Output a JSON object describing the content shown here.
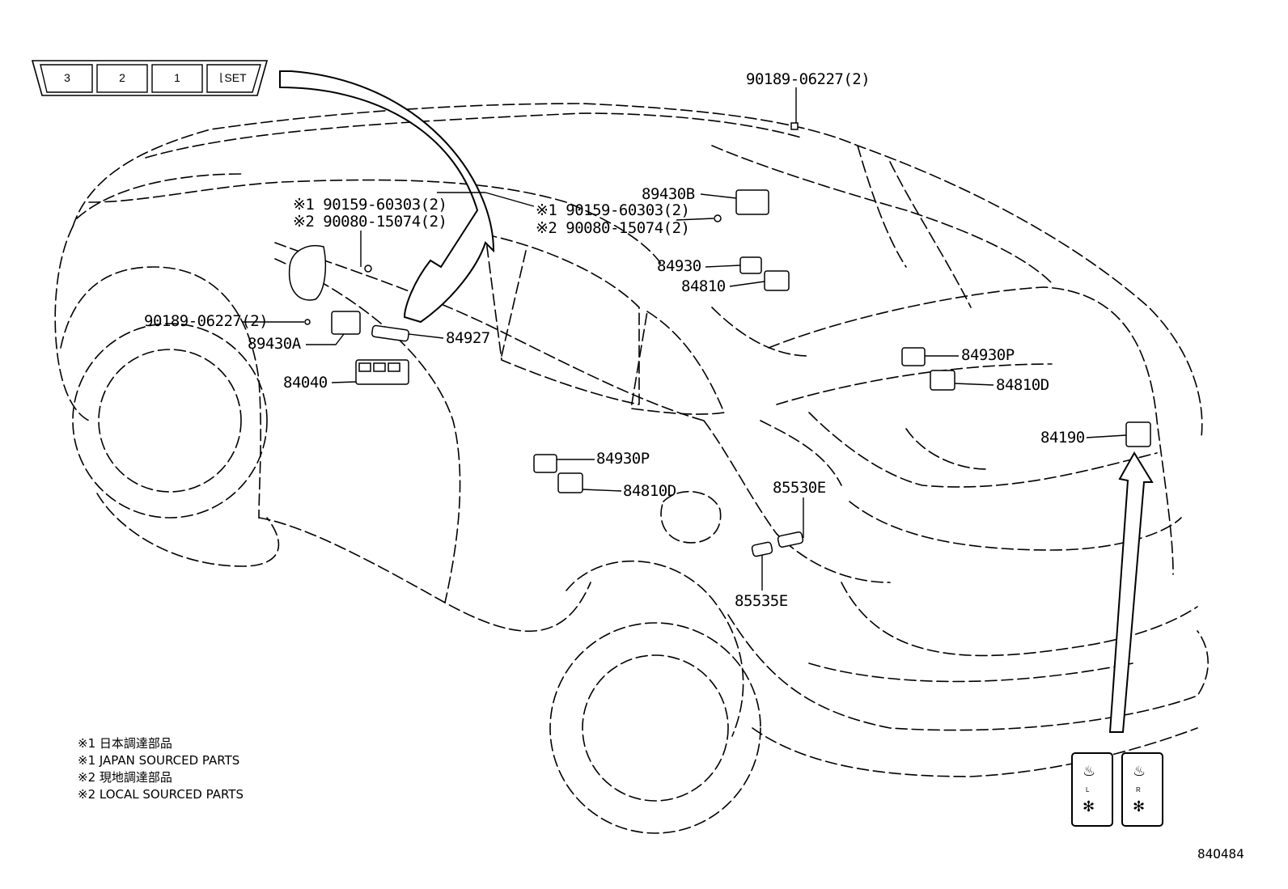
{
  "diagram": {
    "figure_number": "84O484",
    "memory_keys": [
      "3",
      "2",
      "1",
      "SET"
    ],
    "callouts": {
      "bolt_roof": "90189-06227(2)",
      "bolt_front_left": "90189-06227(2)",
      "screw_jp_left": "※1 90159-60303(2)",
      "screw_local_left": "※2 90080-15074(2)",
      "screw_jp_right": "※1 90159-60303(2)",
      "screw_local_right": "※2 90080-15074(2)",
      "p89430B": "89430B",
      "p84930": "84930",
      "p84810": "84810",
      "p89430A": "89430A",
      "p84927": "84927",
      "p84040": "84040",
      "p84930P_rear": "84930P",
      "p84810D_rear": "84810D",
      "p84190": "84190",
      "p84930P_door": "84930P",
      "p84810D_door": "84810D",
      "p85530E": "85530E",
      "p85535E": "85535E"
    },
    "notes": [
      "※1 日本調達部品",
      "※1 JAPAN SOURCED PARTS",
      "※2 現地調達部品",
      "※2 LOCAL SOURCED PARTS"
    ],
    "seat_switches": [
      {
        "side": "L"
      },
      {
        "side": "R"
      }
    ]
  }
}
